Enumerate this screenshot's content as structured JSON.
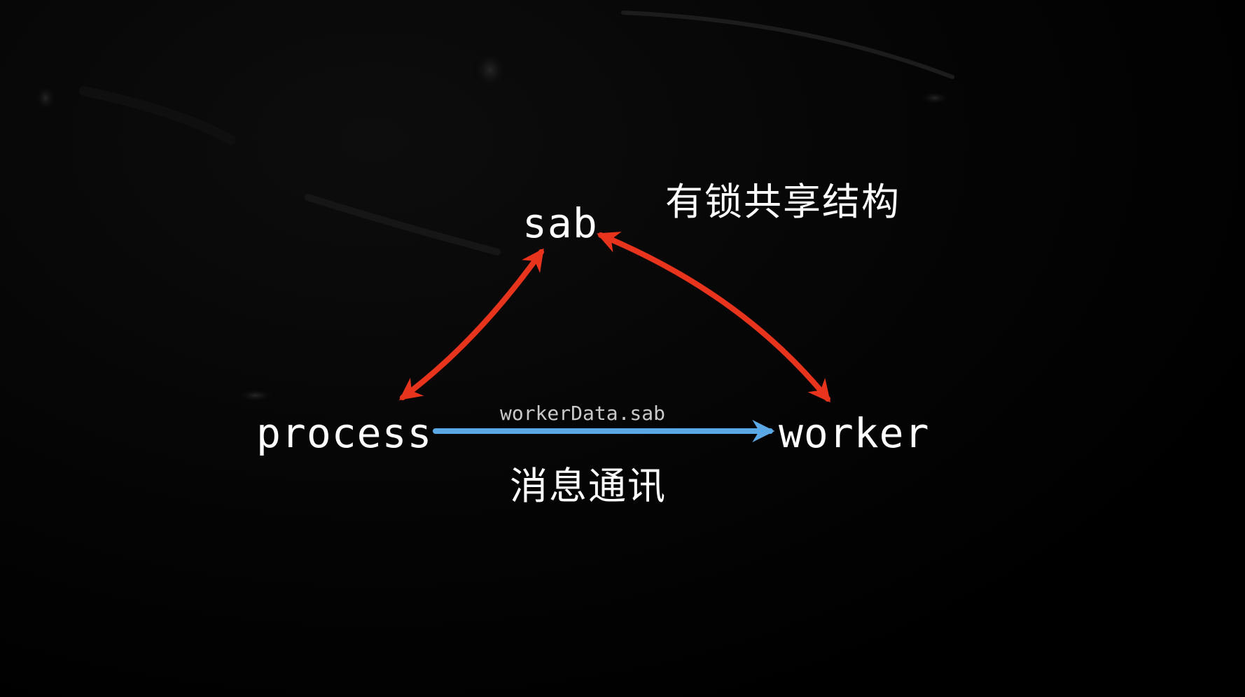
{
  "nodes": {
    "sab": "sab",
    "process": "process",
    "worker": "worker"
  },
  "labels": {
    "locked_shared_structure": "有锁共享结构",
    "message_communication": "消息通讯",
    "edge_code": "workerData.sab"
  },
  "colors": {
    "background": "#000000",
    "text": "#ffffff",
    "red_arrow": "#e8341c",
    "blue_arrow": "#5aa9e6",
    "code_text": "#c9c9c9"
  },
  "edges": [
    {
      "from": "sab",
      "to": "process",
      "style": "double-headed",
      "color": "red"
    },
    {
      "from": "sab",
      "to": "worker",
      "style": "double-headed",
      "color": "red"
    },
    {
      "from": "process",
      "to": "worker",
      "style": "single-headed",
      "color": "blue"
    }
  ]
}
